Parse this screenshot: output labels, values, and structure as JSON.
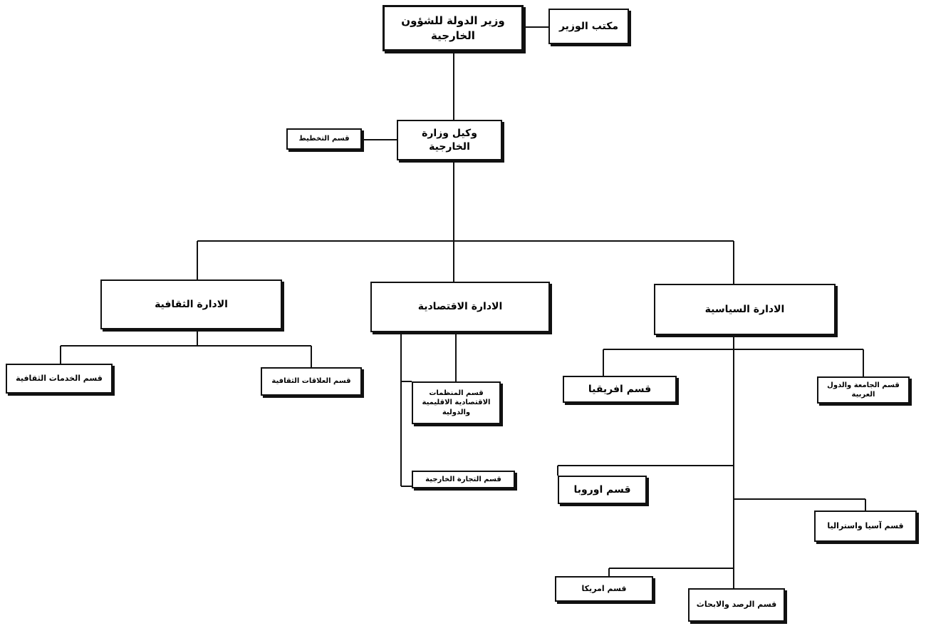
{
  "nodes": {
    "minister": "وزير الدولة للشؤون الخارجية",
    "minister_office": "مكتب الوزير",
    "undersecretary": "وكيل وزارة الخارجية",
    "planning": "قسم التخطيط",
    "cultural_admin": "الادارة الثقافية",
    "economic_admin": "الادارة الاقتصادية",
    "political_admin": "الادارة السياسية",
    "cultural_services": "قسم الخدمات الثقافية",
    "cultural_relations": "قسم العلاقات الثقافية",
    "economic_orgs": "قسم المنظمات الاقتصادية الاقليمية والدولية",
    "foreign_trade": "قسم التجارة الخارجية",
    "africa": "قسم افريقيا",
    "arab_league": "قسم الجامعة والدول العربية",
    "europe": "قسم اوروبا",
    "asia_australia": "قسم آسيا واستراليا",
    "america": "قسم امريكا",
    "monitoring_research": "قسم الرصد والابحاث"
  },
  "colors": {
    "line": "#111111",
    "border": "#111111",
    "background": "#ffffff"
  }
}
